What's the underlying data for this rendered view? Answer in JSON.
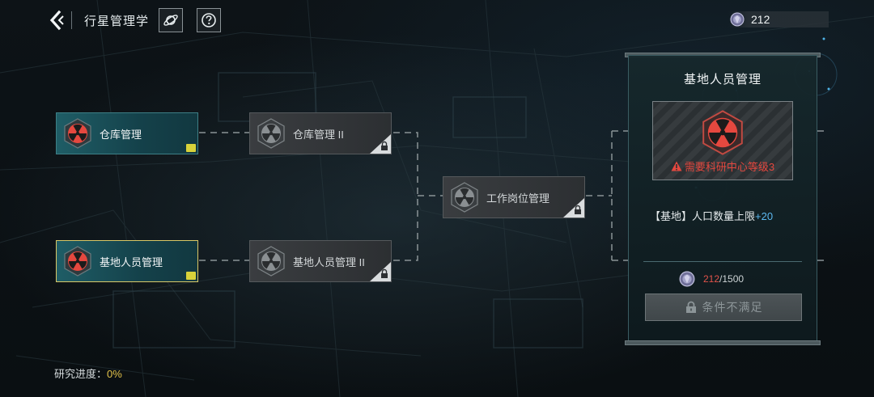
{
  "header": {
    "title": "行星管理学",
    "currency_amount": "212"
  },
  "tree": {
    "nodes": [
      {
        "id": "warehouse-1",
        "label": "仓库管理",
        "state": "unlocked"
      },
      {
        "id": "warehouse-2",
        "label": "仓库管理 II",
        "state": "locked"
      },
      {
        "id": "staff-1",
        "label": "基地人员管理",
        "state": "unlocked-selected"
      },
      {
        "id": "staff-2",
        "label": "基地人员管理 II",
        "state": "locked"
      },
      {
        "id": "work-post",
        "label": "工作岗位管理",
        "state": "locked"
      }
    ]
  },
  "panel": {
    "title": "基地人员管理",
    "requirement": "需要科研中心等级3",
    "effect_prefix": "【基地】人口数量上限",
    "effect_value": "+20",
    "cost_current": "212",
    "cost_required": "/1500",
    "button_label": "条件不满足"
  },
  "footer": {
    "progress_label": "研究进度：",
    "progress_value": "0%"
  },
  "colors": {
    "accent_teal": "#1f5d66",
    "radiation_red": "#e5483f",
    "highlight_yellow": "#d8c766",
    "effect_blue": "#5cb8f0"
  },
  "icons": {
    "back": "chevron-left-icon",
    "planet": "planet-icon",
    "help": "help-icon",
    "currency": "crystal-icon",
    "node": "radiation-icon",
    "lock": "lock-icon",
    "warning": "warning-icon"
  }
}
